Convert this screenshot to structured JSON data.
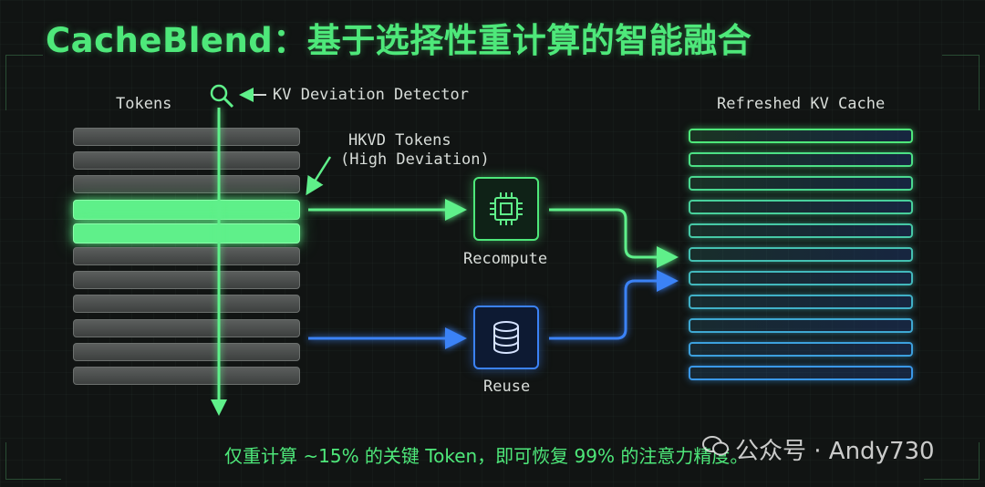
{
  "title": "CacheBlend：基于选择性重计算的智能融合",
  "labels": {
    "tokens": "Tokens",
    "detector": "KV Deviation Detector",
    "refreshed": "Refreshed KV Cache",
    "hkvd_line1": "HKVD Tokens",
    "hkvd_line2": "(High Deviation)",
    "recompute": "Recompute",
    "reuse": "Reuse"
  },
  "footer": "仅重计算 ~15% 的关键 Token，即可恢复 99% 的注意力精度。",
  "watermark": "公众号 · Andy730",
  "icons": {
    "detector": "magnifier-icon",
    "recompute": "cpu-chip-icon",
    "reuse": "database-icon"
  },
  "colors": {
    "accent_green": "#4ee87a",
    "accent_blue": "#3b82f6",
    "background": "#111413"
  },
  "token_rows": [
    "normal",
    "normal",
    "normal",
    "high",
    "high",
    "normal",
    "normal",
    "normal",
    "normal",
    "normal",
    "normal"
  ],
  "cache_rows": 11
}
